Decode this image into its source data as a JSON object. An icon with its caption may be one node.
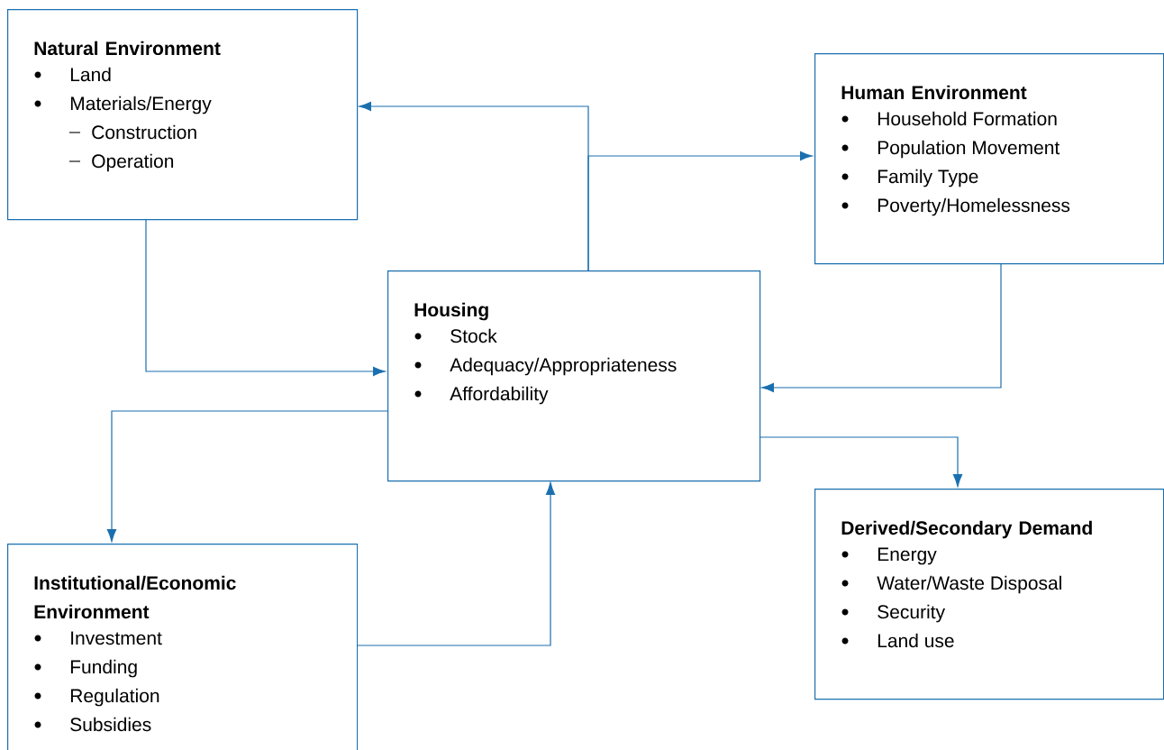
{
  "diagram": {
    "nodes": [
      {
        "text": [
          "Natural Environment",
          "Land",
          "Materials/Energy",
          "Construction",
          "Operation"
        ]
      },
      {
        "text": [
          "Human Environment",
          "Household Formation",
          "Population Movement",
          "Family Type",
          "Poverty/Homelessness"
        ]
      },
      {
        "text": [
          "Housing",
          "Stock",
          "Adequacy/Appropriateness",
          "Affordability"
        ]
      },
      {
        "text": [
          "Institutional/Economic Environment",
          "Investment",
          "Funding",
          "Regulation",
          "Subsidies"
        ]
      },
      {
        "text": [
          "Derived/Secondary Demand",
          "Energy",
          "Water/Waste Disposal",
          "Security",
          "Land use"
        ]
      }
    ],
    "edges": [
      {
        "from": 2,
        "to": 0,
        "arrow": "to"
      },
      {
        "from": 2,
        "to": 1,
        "arrow": "to"
      },
      {
        "from": 0,
        "to": 2,
        "arrow": "to"
      },
      {
        "from": 1,
        "to": 2,
        "arrow": "to"
      },
      {
        "from": 2,
        "to": 3,
        "arrow": "to"
      },
      {
        "from": 3,
        "to": 2,
        "arrow": "to"
      },
      {
        "from": 2,
        "to": 4,
        "arrow": "to"
      }
    ]
  }
}
